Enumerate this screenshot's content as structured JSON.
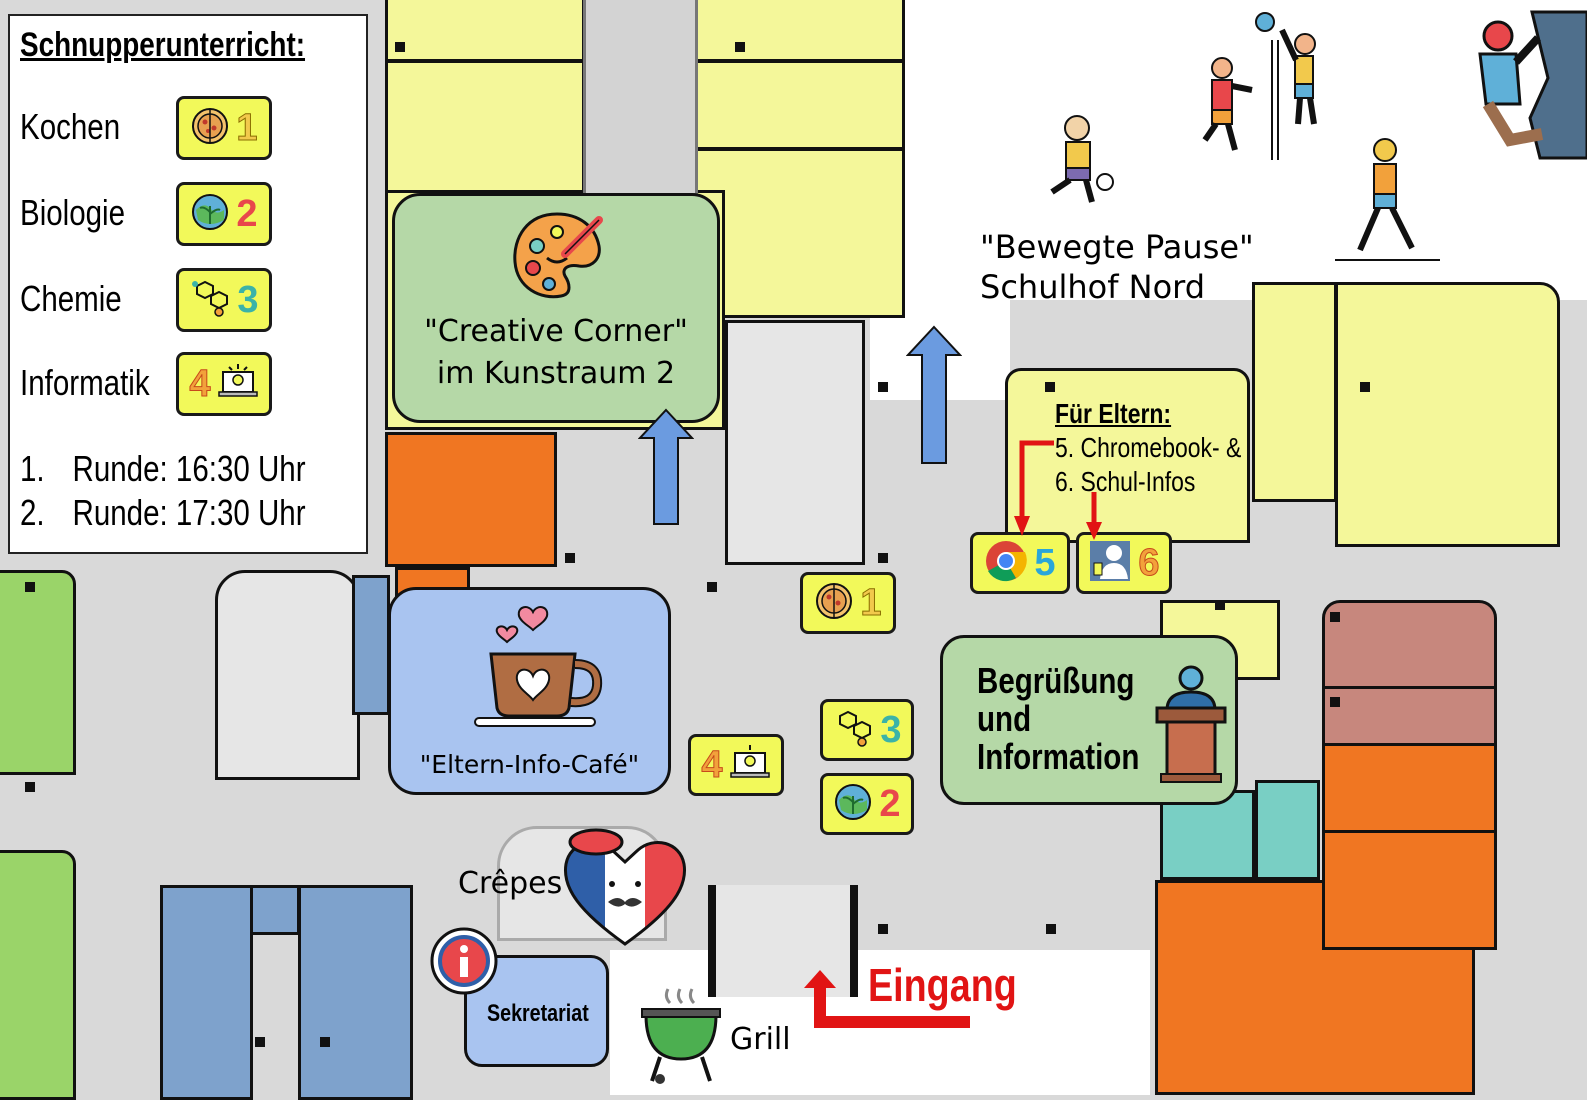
{
  "legend": {
    "title": "Schnupperunterricht:",
    "subjects": [
      {
        "label": "Kochen",
        "number": "1",
        "icon": "pizza-icon",
        "color": "#f2c94c"
      },
      {
        "label": "Biologie",
        "number": "2",
        "icon": "earth-plant-icon",
        "color": "#e8474b"
      },
      {
        "label": "Chemie",
        "number": "3",
        "icon": "molecule-icon",
        "color": "#3bb3a8"
      },
      {
        "label": "Informatik",
        "number": "4",
        "icon": "laptop-bulb-icon",
        "color": "#f2a13b"
      }
    ],
    "rounds": [
      {
        "index": "1.",
        "text": "Runde: 16:30 Uhr"
      },
      {
        "index": "2.",
        "text": "Runde: 17:30 Uhr"
      }
    ]
  },
  "places": {
    "creative_corner": {
      "line1": "\"Creative Corner\"",
      "line2": "im Kunstraum 2",
      "icon": "palette-icon"
    },
    "cafe": {
      "label": "\"Eltern-Info-Café\"",
      "icon": "coffee-cup-heart-icon"
    },
    "welcome": {
      "line1": "Begrüßung",
      "line2": "und",
      "line3": "Information",
      "icon": "speaker-podium-icon"
    },
    "schoolyard": {
      "line1": "\"Bewegte Pause\"",
      "line2": "Schulhof Nord",
      "icon": "sports-people-icon"
    },
    "parents": {
      "title": "Für Eltern:",
      "line1": "5. Chromebook- &",
      "line2": "6. Schul-Infos"
    },
    "crepes": {
      "label": "Crêpes",
      "icon": "french-heart-icon"
    },
    "secretariat": {
      "label": "Sekretariat",
      "icon": "info-icon"
    },
    "grill": {
      "label": "Grill",
      "icon": "grill-icon"
    },
    "entrance": {
      "label": "Eingang"
    }
  },
  "map_badges": [
    {
      "number": "1",
      "icon": "pizza-icon"
    },
    {
      "number": "3",
      "icon": "molecule-icon"
    },
    {
      "number": "2",
      "icon": "earth-plant-icon"
    },
    {
      "number": "4",
      "icon": "laptop-bulb-icon"
    },
    {
      "number": "5",
      "icon": "chrome-icon",
      "color": "#2aa6d9"
    },
    {
      "number": "6",
      "icon": "hobs-icon",
      "color": "#f2a13b"
    }
  ],
  "colors": {
    "yellow_room": "#f4f79a",
    "orange_room": "#f07622",
    "green_room": "#9ad469",
    "blue_room": "#7ea2cc",
    "teal_room": "#79cfc4",
    "rose_room": "#c7877d",
    "arrow_blue": "#6b9be0",
    "arrow_red": "#e11414"
  }
}
